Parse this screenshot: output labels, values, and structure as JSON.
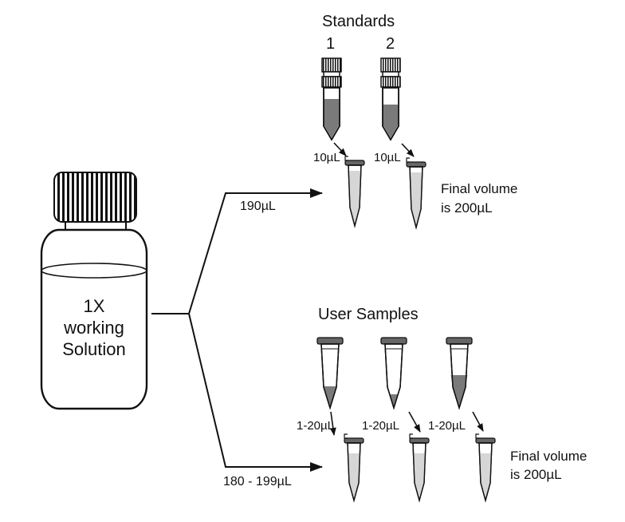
{
  "standards": {
    "title": "Standards",
    "tube_numbers": [
      "1",
      "2"
    ],
    "transfer_labels": [
      "10µL",
      "10µL"
    ]
  },
  "bottle": {
    "lines": [
      "1X",
      "working",
      "Solution"
    ]
  },
  "standards_branch": {
    "volume_label": "190µL",
    "final_note": [
      "Final volume",
      "is 200µL"
    ]
  },
  "user_samples": {
    "title": "User Samples",
    "transfer_labels": [
      "1-20µL",
      "1-20µL",
      "1-20µL"
    ],
    "volume_label": "180 - 199µL",
    "final_note": [
      "Final volume",
      "is 200µL"
    ]
  },
  "colors": {
    "outline": "#111111",
    "dark_liquid": "#7a7a7a",
    "light_liquid": "#d6d6d6",
    "cap_gray": "#666666",
    "background": "#ffffff"
  }
}
